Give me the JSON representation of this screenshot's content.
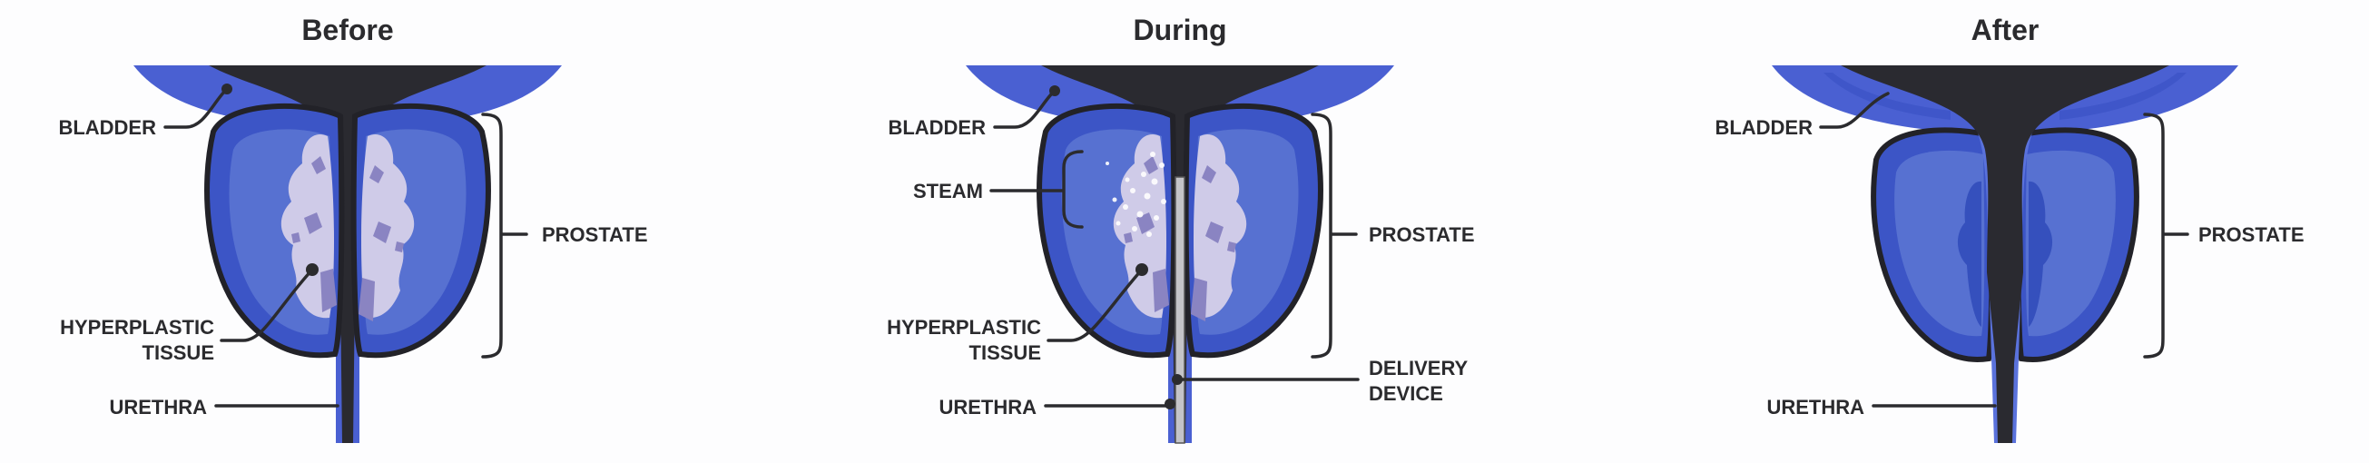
{
  "panels": [
    {
      "title": "Before",
      "labels": {
        "bladder": "BLADDER",
        "prostate": "PROSTATE",
        "hyperplastic_1": "HYPERPLASTIC",
        "hyperplastic_2": "TISSUE",
        "urethra": "URETHRA"
      }
    },
    {
      "title": "During",
      "labels": {
        "bladder": "BLADDER",
        "steam": "STEAM",
        "prostate": "PROSTATE",
        "hyperplastic_1": "HYPERPLASTIC",
        "hyperplastic_2": "TISSUE",
        "delivery_1": "DELIVERY",
        "delivery_2": "DEVICE",
        "urethra": "URETHRA"
      }
    },
    {
      "title": "After",
      "labels": {
        "bladder": "BLADDER",
        "prostate": "PROSTATE",
        "urethra": "URETHRA"
      }
    }
  ],
  "colors": {
    "bladder": "#4a60d2",
    "prostate": "#3c55c6",
    "urine": "#2a2a30",
    "hyperplastic": "#cfcbe8"
  }
}
